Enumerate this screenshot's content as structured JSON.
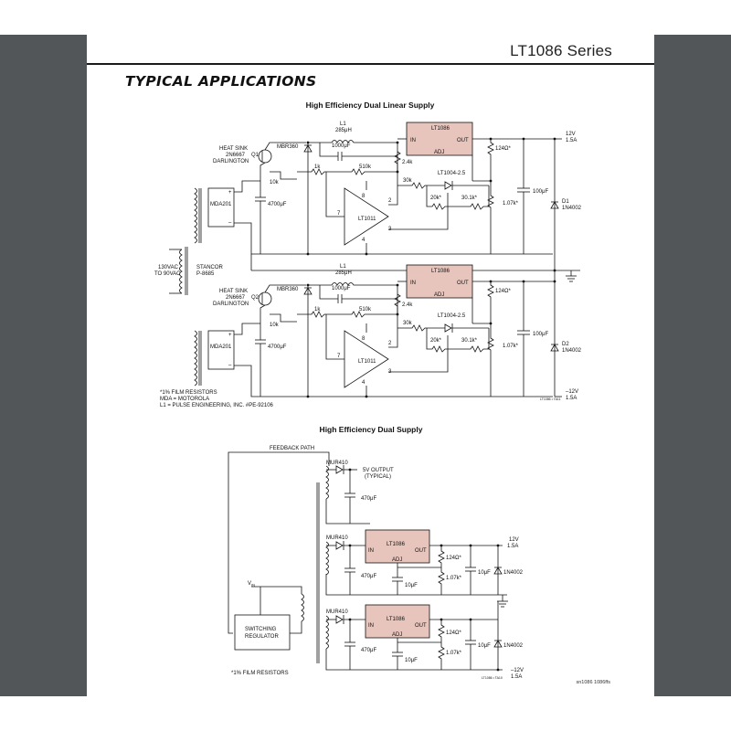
{
  "header": {
    "series_title": "LT1086 Series",
    "section_title": "TYPICAL APPLICATIONS"
  },
  "circuit1": {
    "title": "High Efficiency Dual Linear Supply",
    "upper": {
      "regulator": "LT1086",
      "reg_in": "IN",
      "reg_out": "OUT",
      "reg_adj": "ADJ",
      "inductor": "L1",
      "inductor_value": "285μH",
      "diode": "MBR360",
      "cap_small": "1000μF",
      "heat_sink_label": "HEAT SINK",
      "transistor_part": "2N6667",
      "transistor_id": "Q1",
      "darlington": "DARLINGTON",
      "r1": "1k",
      "r2": "510k",
      "r3": "2.4k",
      "r4": "30k",
      "r5": "10k",
      "reference": "LT1004-2.5",
      "r6": "20k*",
      "r7": "30.1k*",
      "opamp": "LT1011",
      "pin8": "8",
      "pin2": "2",
      "pin7": "7",
      "pin3": "3",
      "pin4": "4",
      "r8": "124Ω*",
      "r9": "1.07k*",
      "cap_out": "100μF",
      "cap_in": "4700μF",
      "out_diode_id": "D1",
      "out_diode_part": "1N4002",
      "bridge": "MDA201",
      "out_voltage": "12V",
      "out_current": "1.5A"
    },
    "lower": {
      "regulator": "LT1086",
      "reg_in": "IN",
      "reg_out": "OUT",
      "reg_adj": "ADJ",
      "inductor": "L1",
      "inductor_value": "285μH",
      "diode": "MBR360",
      "cap_small": "1000μF",
      "heat_sink_label": "HEAT SINK",
      "transistor_part": "2N6667",
      "transistor_id": "Q2",
      "darlington": "DARLINGTON",
      "r1": "1k",
      "r2": "510k",
      "r3": "2.4k",
      "r4": "30k",
      "r5": "10k",
      "reference": "LT1004-2.5",
      "r6": "20k*",
      "r7": "30.1k*",
      "opamp": "LT1011",
      "pin8": "8",
      "pin2": "2",
      "pin7": "7",
      "pin3": "3",
      "pin4": "4",
      "r8": "124Ω*",
      "r9": "1.07k*",
      "cap_out": "100μF",
      "cap_in": "4700μF",
      "out_diode_id": "D2",
      "out_diode_part": "1N4002",
      "bridge": "MDA201",
      "out_voltage": "–12V",
      "out_current": "1.5A"
    },
    "transformer_input_1": "130VAC",
    "transformer_input_2": "TO 90VAC",
    "transformer_part_1": "STANCOR",
    "transformer_part_2": "P-8685",
    "notes": [
      "*1% FILM RESISTORS",
      "MDA = MOTOROLA",
      "L1 = PULSE ENGINEERING, INC. #PE-92106"
    ],
    "fig_code": "LT1086 • TA11"
  },
  "circuit2": {
    "title": "High Efficiency Dual Supply",
    "feedback": "FEEDBACK PATH",
    "diode": "MUR410",
    "output_5v_1": "5V OUTPUT",
    "output_5v_2": "(TYPICAL)",
    "cap_470": "470μF",
    "cap_10": "10μF",
    "vin_main": "V",
    "vin_sub": "IN",
    "switcher_1": "SWITCHING",
    "switcher_2": "REGULATOR",
    "regulator": "LT1086",
    "reg_in": "IN",
    "reg_out": "OUT",
    "reg_adj": "ADJ",
    "r_top": "124Ω*",
    "r_bottom": "1.07k*",
    "diode_out": "1N4002",
    "out_pos_voltage": "12V",
    "out_pos_current": "1.5A",
    "out_neg_voltage": "–12V",
    "out_neg_current": "1.5A",
    "note": "*1% FILM RESISTORS",
    "fig_code": "LT1086 • TA10"
  },
  "footer": "sn1086 1086ffs"
}
